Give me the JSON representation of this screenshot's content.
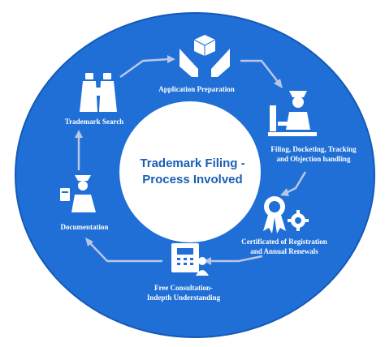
{
  "colors": {
    "ring_fill": "#1f6fd6",
    "ring_edge": "#1559b8",
    "center_fill": "#ffffff",
    "center_text": "#1a5fb4",
    "label_text": "#ffffff",
    "arrow": "#b8c7e6"
  },
  "center": {
    "line1": "Trademark Filing -",
    "line2": "Process Involved"
  },
  "steps": [
    {
      "id": "application",
      "icon": "hands-holding-box-icon",
      "label_lines": [
        "Application Preparation"
      ]
    },
    {
      "id": "filing",
      "icon": "officer-at-desk-icon",
      "label_lines": [
        "Filing, Docketing, Tracking",
        "and Objection handling"
      ]
    },
    {
      "id": "certificate",
      "icon": "award-ribbon-gear-icon",
      "label_lines": [
        "Certificated of Registration",
        "and Annual Renewals"
      ]
    },
    {
      "id": "consultation",
      "icon": "phone-with-people-icon",
      "label_lines": [
        "Free Consultation-",
        "Indepth Understanding"
      ]
    },
    {
      "id": "documentation",
      "icon": "officer-with-document-icon",
      "label_lines": [
        "Documentation"
      ]
    },
    {
      "id": "search",
      "icon": "binoculars-icon",
      "label_lines": [
        "Trademark Search"
      ]
    }
  ]
}
